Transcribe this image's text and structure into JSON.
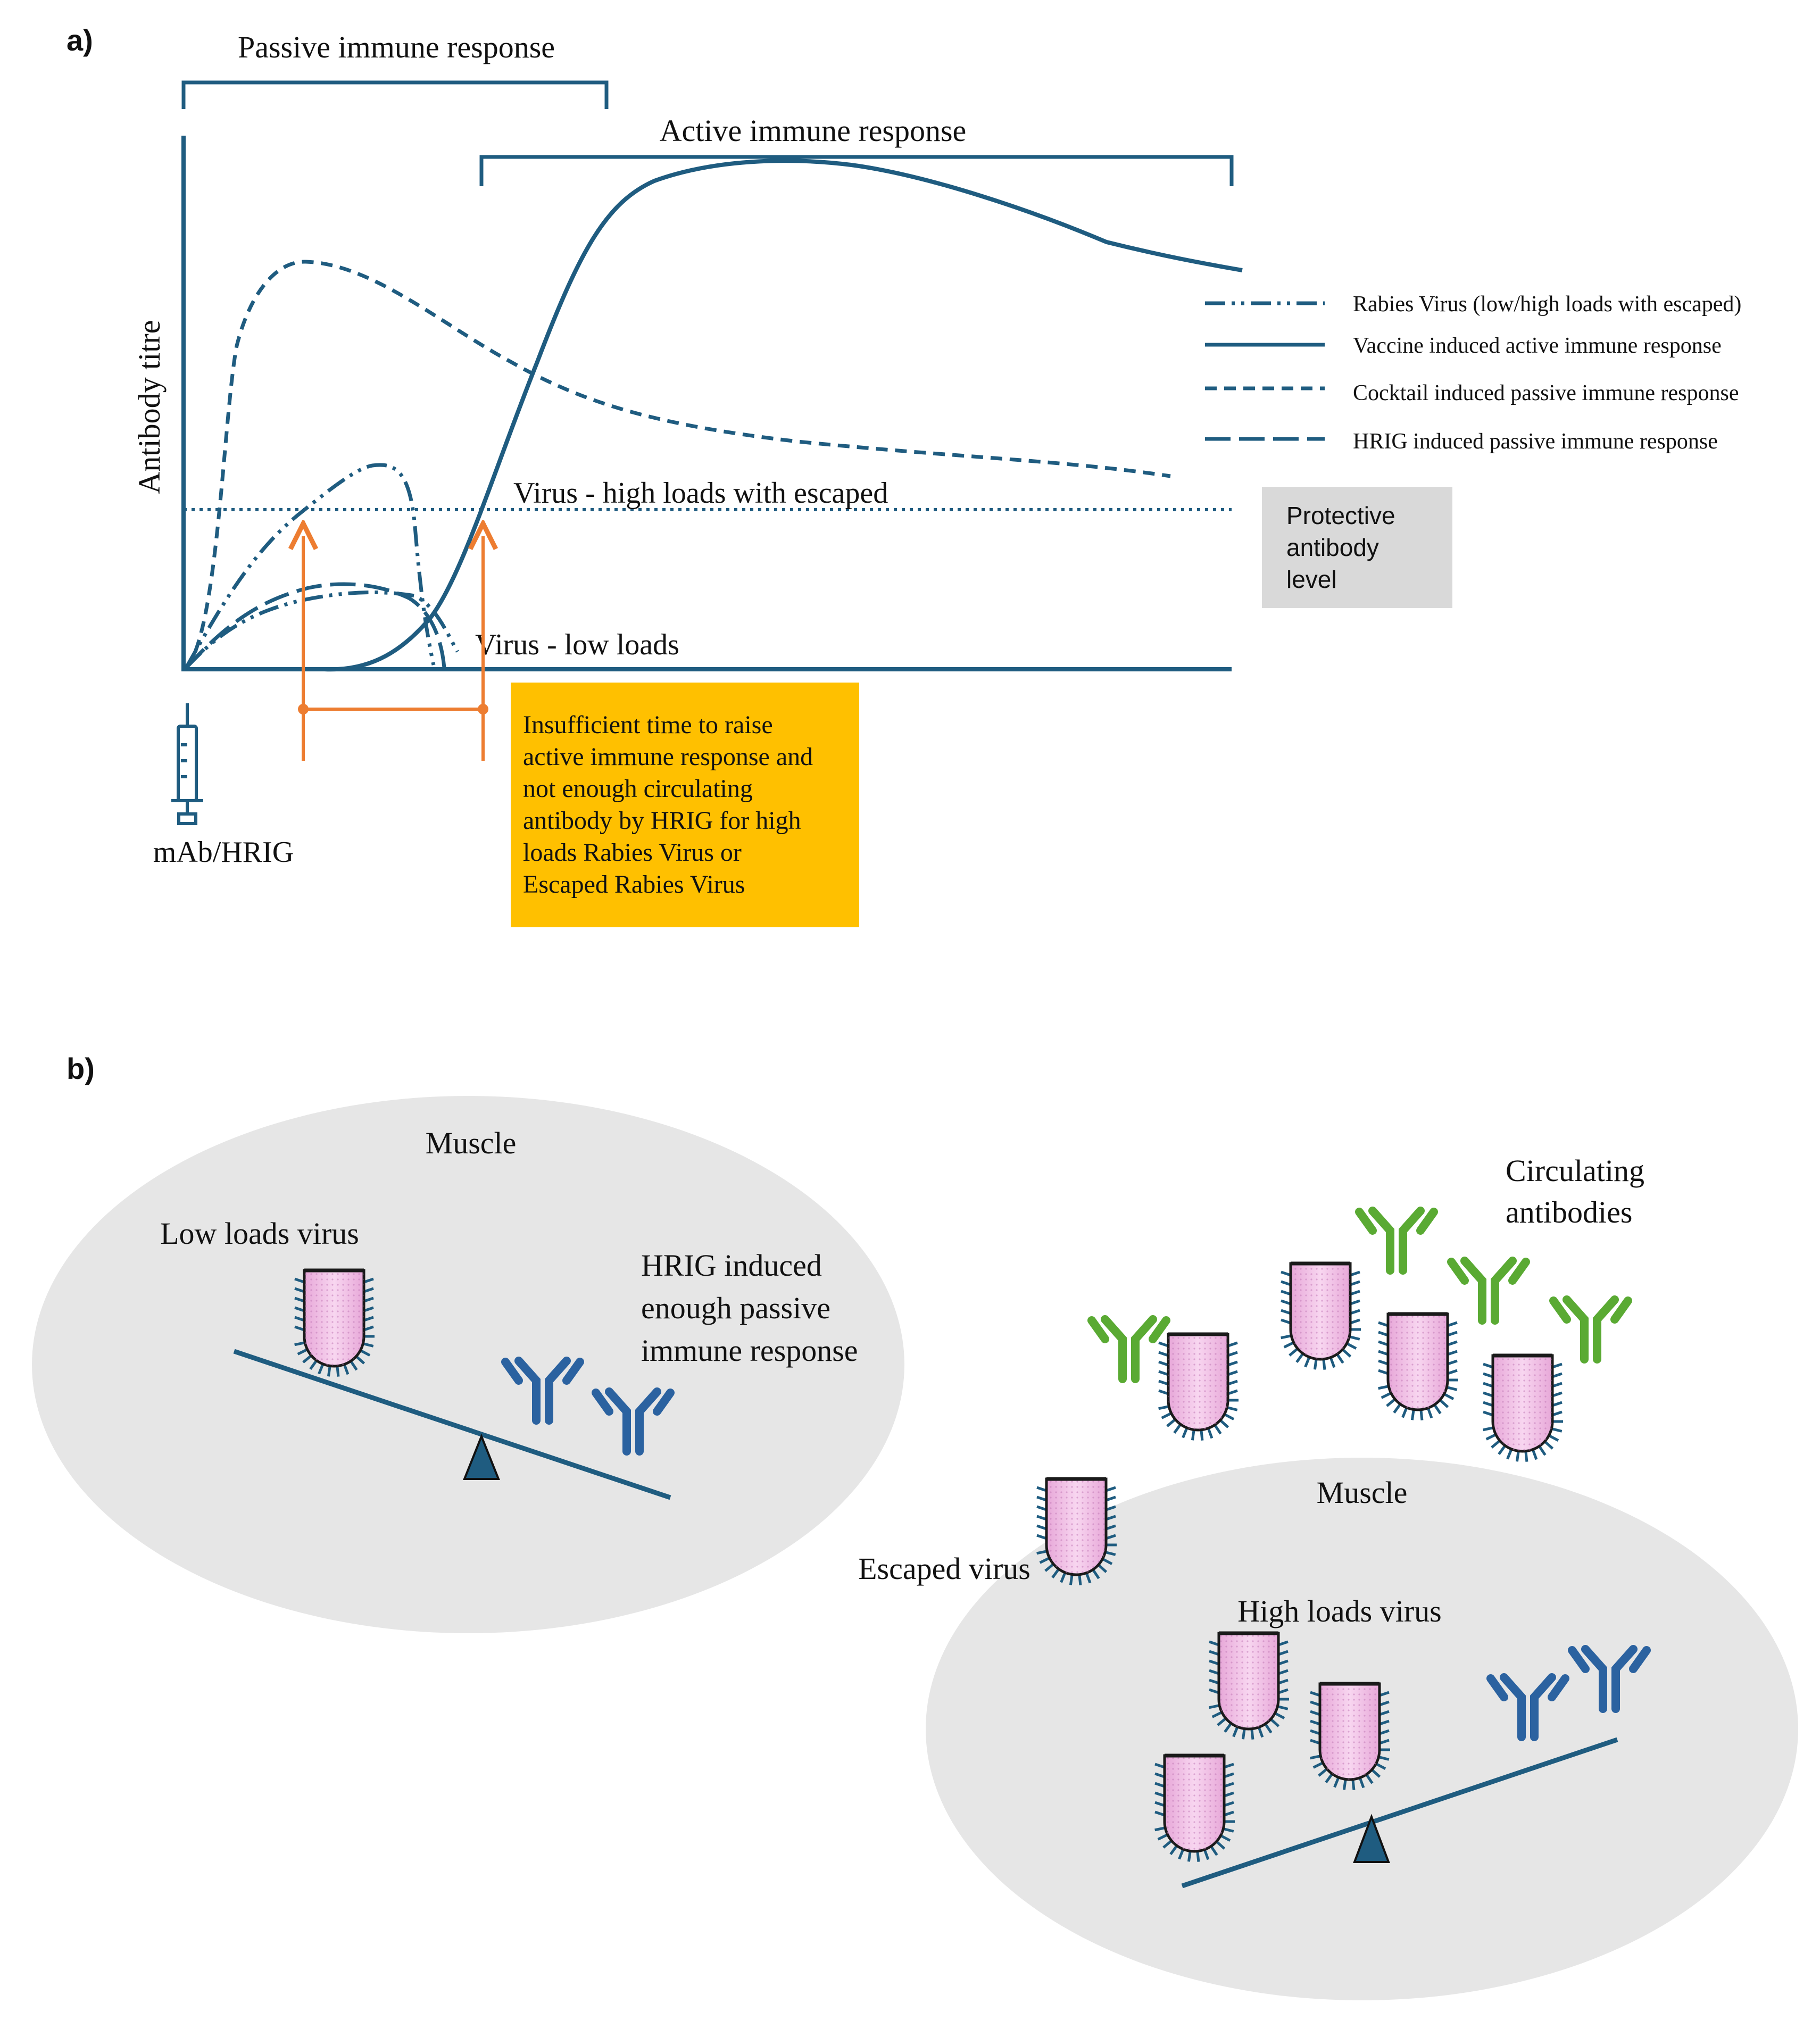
{
  "panel_a": {
    "label": "a)",
    "passive_bracket_label": "Passive immune response",
    "active_bracket_label": "Active immune response",
    "y_axis_label": "Antibody titre",
    "high_loads_label": "Virus - high loads with escaped",
    "low_loads_label": "Virus - low loads",
    "protective_label": [
      "Protective",
      "antibody",
      "level"
    ],
    "syringe_label": "mAb/HRIG",
    "note_lines": [
      "Insufficient time to raise",
      "active immune response and",
      "not enough circulating",
      "antibody by HRIG for high",
      "loads Rabies Virus or",
      "Escaped Rabies Virus"
    ],
    "legend": [
      {
        "label": "Rabies Virus (low/high loads with escaped)",
        "style": "dash-dot-dot"
      },
      {
        "label": "Vaccine induced active immune response",
        "style": "solid"
      },
      {
        "label": "Cocktail induced passive immune response",
        "style": "short-dash"
      },
      {
        "label": "HRIG induced passive immune response",
        "style": "long-dash"
      }
    ],
    "colors": {
      "curve": "#1f5c80",
      "arrow": "#ed7d31",
      "note_bg": "#ffc000",
      "protective_bg": "#d9d9d9"
    }
  },
  "panel_b": {
    "label": "b)",
    "left": {
      "title": "Muscle",
      "virus_label": "Low loads virus",
      "antibody_label": [
        "HRIG induced",
        "enough passive",
        "immune response"
      ]
    },
    "right": {
      "title": "Muscle",
      "virus_label": "High loads virus",
      "escaped_label": "Escaped virus",
      "circulating_label": [
        "Circulating",
        "antibodies"
      ]
    },
    "colors": {
      "muscle_bg": "#e6e6e6",
      "blue_antibody": "#2b62a0",
      "green_antibody": "#5aaa33",
      "virus_fill": "#f3c5ea",
      "virus_outline": "#1a1a1a",
      "spike": "#1f5c80"
    }
  }
}
